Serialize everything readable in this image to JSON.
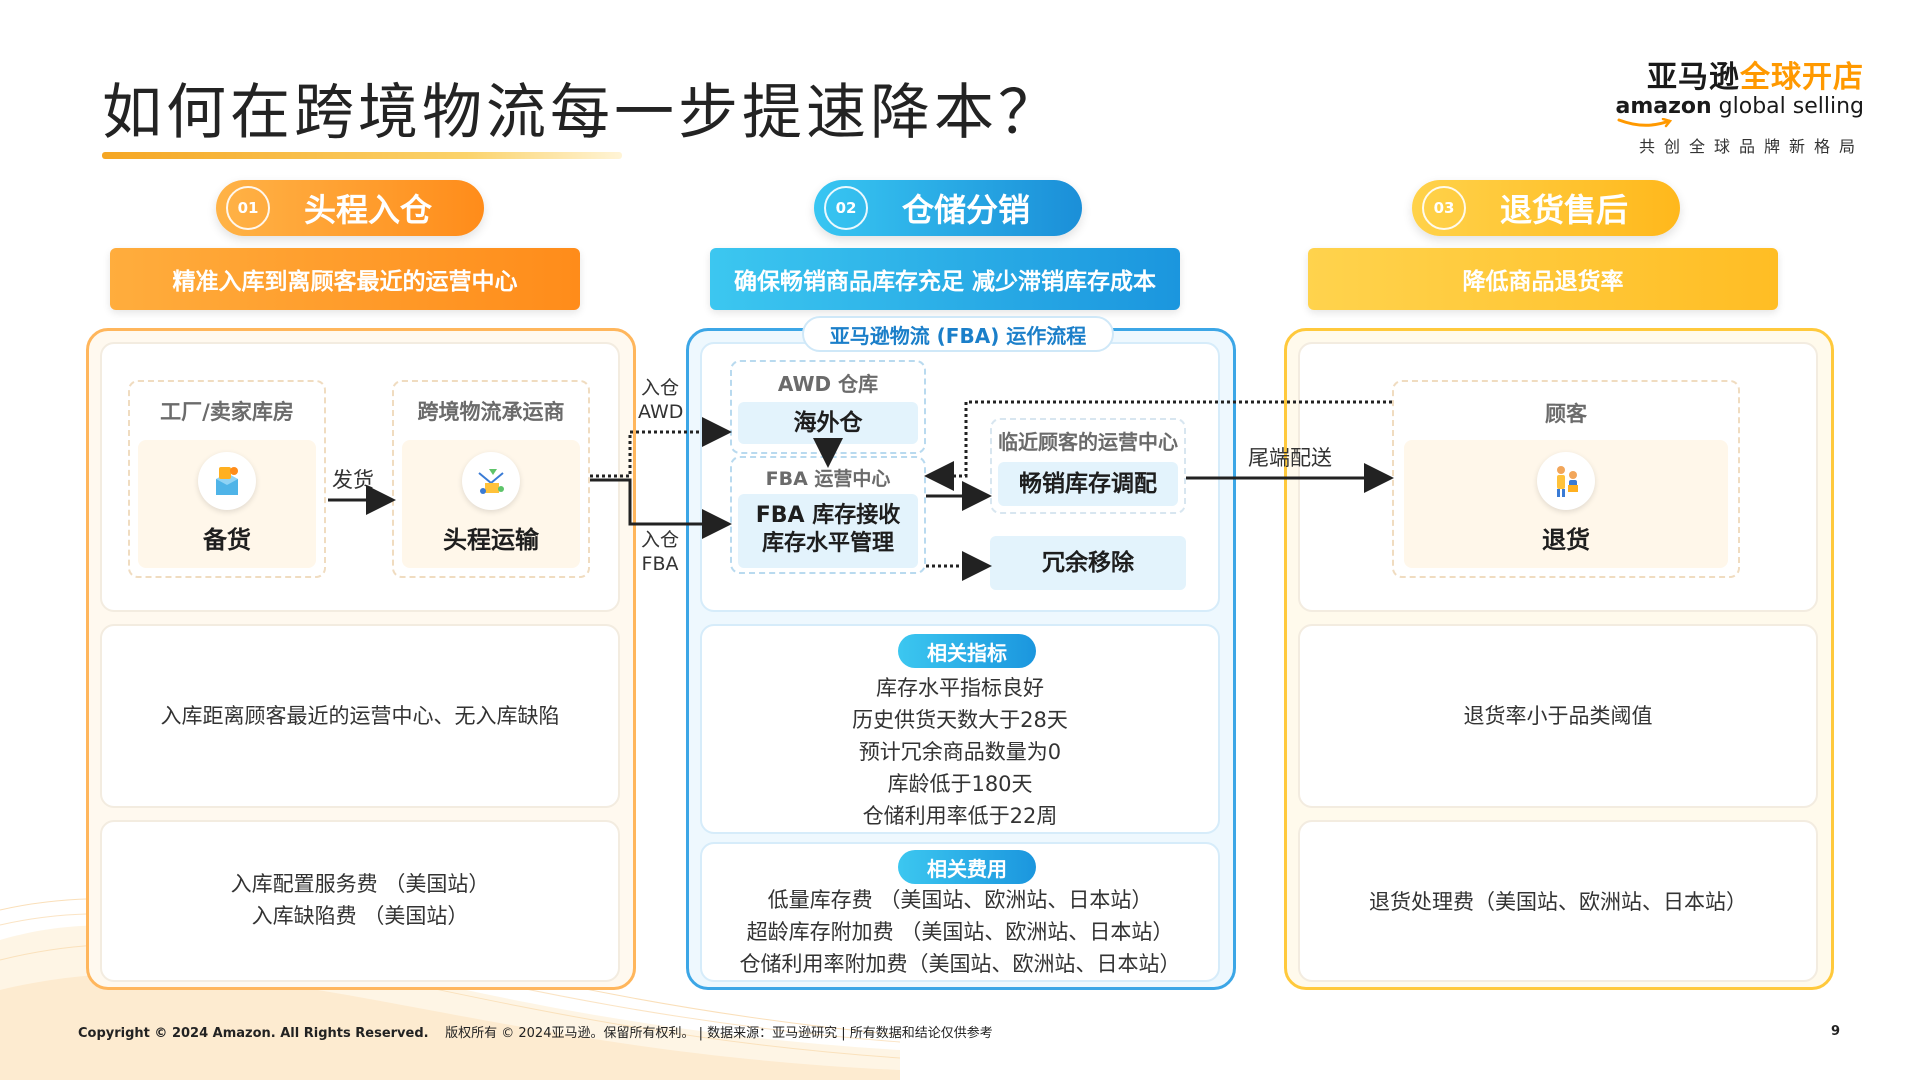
{
  "title": "如何在跨境物流每一步提速降本？",
  "logo": {
    "cn_black": "亚马逊",
    "cn_orange": "全球开店",
    "en_amazon": "amazon",
    "en_rest": " global selling",
    "tagline": "共创全球品牌新格局"
  },
  "steps": [
    {
      "num": "01",
      "label": "头程入仓",
      "banner": "精准入库到离顾客最近的运营中心"
    },
    {
      "num": "02",
      "label": "仓储分销",
      "banner": "确保畅销商品库存充足 减少滞销库存成本"
    },
    {
      "num": "03",
      "label": "退货售后",
      "banner": "降低商品退货率"
    }
  ],
  "col1": {
    "box1_title": "工厂/卖家库房",
    "box1_label": "备货",
    "box2_title": "跨境物流承运商",
    "box2_label": "头程运输",
    "arrow_label": "发货",
    "to_awd": [
      "入仓",
      "AWD"
    ],
    "to_fba": [
      "入仓",
      "FBA"
    ],
    "metric": "入库距离顾客最近的运营中心、无入库缺陷",
    "fees": [
      "入库配置服务费 （美国站）",
      "入库缺陷费 （美国站）"
    ]
  },
  "col2": {
    "fba_tag": "亚马逊物流 (FBA) 运作流程",
    "awd_title": "AWD 仓库",
    "awd_label": "海外仓",
    "fba_center_title": "FBA 运营中心",
    "fba_center_lines": [
      "FBA 库存接收",
      "库存水平管理"
    ],
    "near_title": "临近顾客的运营中心",
    "near_label": "畅销库存调配",
    "excess_label": "冗余移除",
    "metrics_tag": "相关指标",
    "metrics": [
      "库存水平指标良好",
      "历史供货天数大于28天",
      "预计冗余商品数量为0",
      "库龄低于180天",
      "仓储利用率低于22周"
    ],
    "fees_tag": "相关费用",
    "fees": [
      "低量库存费 （美国站、欧洲站、日本站）",
      "超龄库存附加费 （美国站、欧洲站、日本站）",
      "仓储利用率附加费（美国站、欧洲站、日本站）"
    ]
  },
  "col3": {
    "last_mile": "尾端配送",
    "box_title": "顾客",
    "box_label": "退货",
    "metric": "退货率小于品类阈值",
    "fees": [
      "退货处理费（美国站、欧洲站、日本站）"
    ]
  },
  "footer": {
    "copyright": "Copyright © 2024 Amazon. All Rights Reserved.",
    "rights_cn": "版权所有 © 2024亚马逊。保留所有权利。",
    "source": "| 数据来源：亚马逊研究 | 所有数据和结论仅供参考",
    "page": "9"
  },
  "colors": {
    "orange": "#ff8c1a",
    "blue": "#1b96de",
    "yellow": "#ffbd24"
  }
}
